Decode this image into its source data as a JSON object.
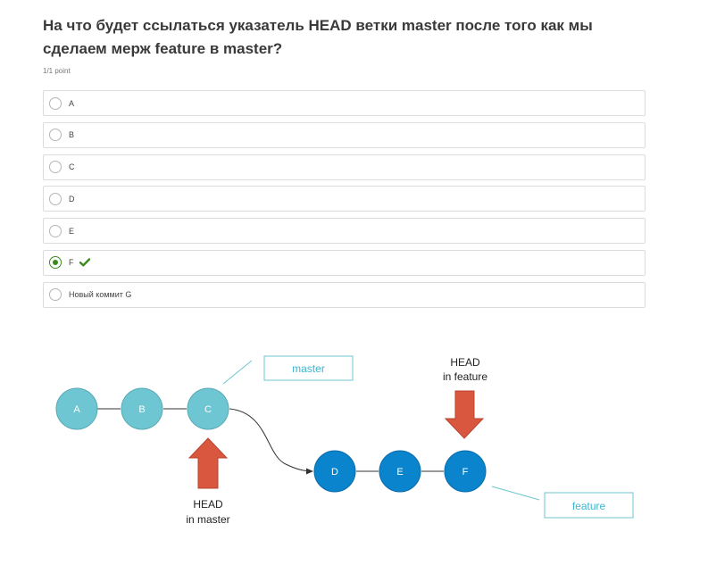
{
  "question": {
    "title": "На что будет ссылаться указатель HEAD ветки master после того как мы сделаем мерж feature в master?",
    "points": "1/1 point"
  },
  "options": [
    {
      "label": "A",
      "selected": false,
      "correct": false
    },
    {
      "label": "B",
      "selected": false,
      "correct": false
    },
    {
      "label": "C",
      "selected": false,
      "correct": false
    },
    {
      "label": "D",
      "selected": false,
      "correct": false
    },
    {
      "label": "E",
      "selected": false,
      "correct": false
    },
    {
      "label": "F",
      "selected": true,
      "correct": true
    },
    {
      "label": "Новый коммит G",
      "selected": false,
      "correct": false
    }
  ],
  "icons": {
    "correct": "checkmark-icon",
    "arrow": "arrow-icon"
  },
  "diagram": {
    "commits": [
      "A",
      "B",
      "C",
      "D",
      "E",
      "F"
    ],
    "labels": {
      "master_branch": "master",
      "feature_branch": "feature",
      "head_master_line1": "HEAD",
      "head_master_line2": "in master",
      "head_feature_line1": "HEAD",
      "head_feature_line2": "in feature"
    }
  },
  "colors": {
    "selected_green": "#3c8a1c",
    "master_commit": "#6dc6d1",
    "feature_commit": "#0a84cc",
    "arrow": "#d9573e",
    "branch_label": "#3fb5cf"
  }
}
